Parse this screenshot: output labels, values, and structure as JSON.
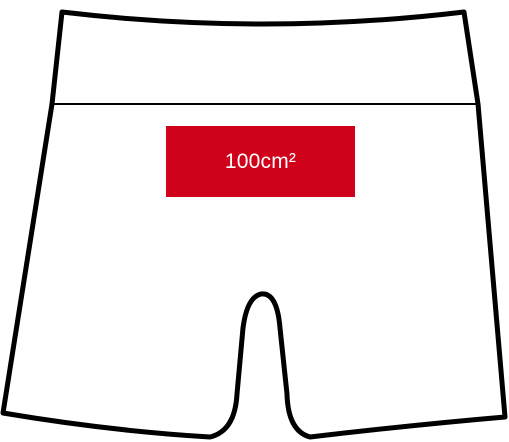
{
  "colors": {
    "background": "#ffffff",
    "outline": "#000000",
    "garment_fill": "#ffffff",
    "print_area_fill": "#d0021b",
    "print_area_text": "#ffffff"
  },
  "illustration": {
    "garment": "shorts",
    "view": "back"
  },
  "print_area": {
    "label": "100cm²"
  }
}
